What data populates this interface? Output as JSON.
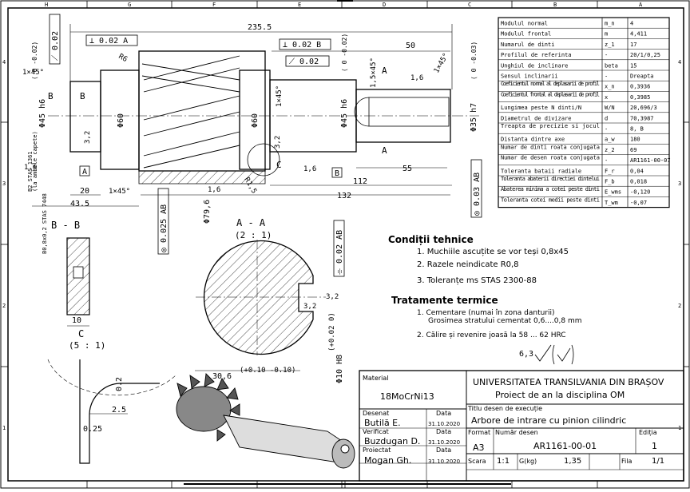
{
  "zones": {
    "top": [
      "H",
      "G",
      "F",
      "E",
      "D",
      "C",
      "B",
      "A"
    ],
    "side": [
      "4",
      "3",
      "2",
      "1"
    ]
  },
  "params": [
    {
      "name": "Modulul normal",
      "sym": "m_n",
      "val": "4"
    },
    {
      "name": "Modulul frontal",
      "sym": "m",
      "val": "4,411"
    },
    {
      "name": "Numarul de dinti",
      "sym": "z_1",
      "val": "17"
    },
    {
      "name": "Profilul de referinta",
      "sym": "-",
      "val": "20/1/0,25"
    },
    {
      "name": "Unghiul de inclinare",
      "sym": "beta",
      "val": "15"
    },
    {
      "name": "Sensul inclinarii",
      "sym": "-",
      "val": "Dreapta"
    },
    {
      "name": "Coeficientul normal al deplasarii de profil",
      "sym": "x_n",
      "val": "0,3936"
    },
    {
      "name": "Coeficientul frontal al deplasarii de profil",
      "sym": "x",
      "val": "0,3985"
    },
    {
      "name": "Lungimea peste N dinti/N",
      "sym": "W/N",
      "val": "20,696/3"
    },
    {
      "name": "Diametrul de divizare",
      "sym": "d",
      "val": "70,3987"
    },
    {
      "name": "Treapta de precizie si jocul",
      "sym": "-",
      "val": "8, B"
    },
    {
      "name": "Distanta dintre axe",
      "sym": "a_w",
      "val": "180"
    },
    {
      "name": "Numar de dinti roata conjugata",
      "sym": "z_2",
      "val": "69"
    },
    {
      "name": "Numar de desen roata conjugata",
      "sym": "-",
      "val": "AR1161-00-07"
    },
    {
      "name": "Toleranta bataii radiale",
      "sym": "F_r",
      "val": "0,04"
    },
    {
      "name": "Toleranta abaterii directiei dintelui",
      "sym": "F_b",
      "val": "0,018"
    },
    {
      "name": "Abaterea minima a cotei peste dinti",
      "sym": "E_wms",
      "val": "-0,120"
    },
    {
      "name": "Toleranta cotei medii peste dinti",
      "sym": "T_wm",
      "val": "-0,07"
    }
  ],
  "conditions": {
    "title": "Condiții tehnice",
    "items": [
      "1. Muchiile ascuțite se vor teși 0,8x45",
      "2. Razele neindicate R0,8",
      "3. Toleranțe ms STAS 2300-88"
    ]
  },
  "treatment": {
    "title": "Tratamente termice",
    "line1": "1. Cementare (numai în zona danturii)",
    "line1b": "Grosimea stratului cementat 0,6....0,8 mm",
    "line2": "2. Călire și revenire joasă la 58 ... 62 HRC"
  },
  "roughness": "6,3",
  "title_block": {
    "material_label": "Material",
    "material": "18MoCrNi13",
    "university": "UNIVERSITATEA TRANSILVANIA DIN BRAȘOV",
    "project": "Proiect de an la disciplina OM",
    "drawn_label": "Desenat",
    "drawn": "Butilă E.",
    "checked_label": "Verificat",
    "checked": "Buzdugan D.",
    "designed_label": "Proiectat",
    "designed": "Mogan Gh.",
    "date_label": "Data",
    "date": "31.10.2020",
    "title_label": "Titlu desen de execuție",
    "title": "Arbore de intrare cu pinion cilindric",
    "format_label": "Format",
    "format": "A3",
    "number_label": "Număr desen",
    "number": "AR1161-00-01",
    "edition_label": "Ediția",
    "edition": "1",
    "scale_label": "Scara",
    "scale": "1:1",
    "weight_label": "G(kg)",
    "weight": "1,35",
    "sheet_label": "Fila",
    "sheet": "1/1"
  },
  "dims": {
    "d235": "235.5",
    "d50": "50",
    "d112": "112",
    "d132": "132",
    "d55": "55",
    "d20": "20",
    "d435": "43.5",
    "ch1": "1×45°",
    "ch2": "1×45°",
    "ch3": "1,5×45°",
    "ch4": "1×45°",
    "ch5": "1×45°",
    "phi45": "Φ45 h6",
    "phi45tol": "( 0  -0.02)",
    "phi60a": "Φ60",
    "phi60b": "Φ60",
    "phi45b": "Φ45 h6",
    "phi35": "Φ35 h7",
    "phi35tol": "( 0  -0.03)",
    "phi79": "Φ79,6",
    "phi45btol": "( 0  -0.02)",
    "r15": "R1,5",
    "r6": "R6",
    "r16a": "1,6",
    "r16b": "1,6",
    "r16c": "1,6",
    "r16d": "1,6",
    "r32a": "3,2",
    "r32b": "3,2",
    "tol1": "⊥ 0.02 A",
    "tol2": "⊥ 0.02 B",
    "tol3": "⟋ 0.02",
    "tol4": "⟋ 0.02",
    "runout": "◎ 0.025 AB",
    "runout2": "◎ 0.03 AB",
    "stas1": "B2 STAS 1361",
    "stas1b": "(la ambele capete)",
    "stas2": "B0,8x0,2 STAS 7448",
    "datumA": "A",
    "datumB": "B",
    "datumC": "C"
  },
  "sections": {
    "bb": "B - B",
    "aa": "A - A",
    "aa_scale": "(2 : 1)",
    "c": "C",
    "c_scale": "(5 : 1)",
    "bb10": "10",
    "s306": "30,6",
    "s306tol": "(+0.10  -0.10)",
    "s10h8": "Φ10 H8",
    "s10tol": "(+0.02  0)",
    "s32a": "3,2",
    "s32b": "3,2",
    "sym": "⌯ 0.02 AB",
    "c02": "0.2",
    "c25": "2.5",
    "c025": "0.25"
  }
}
